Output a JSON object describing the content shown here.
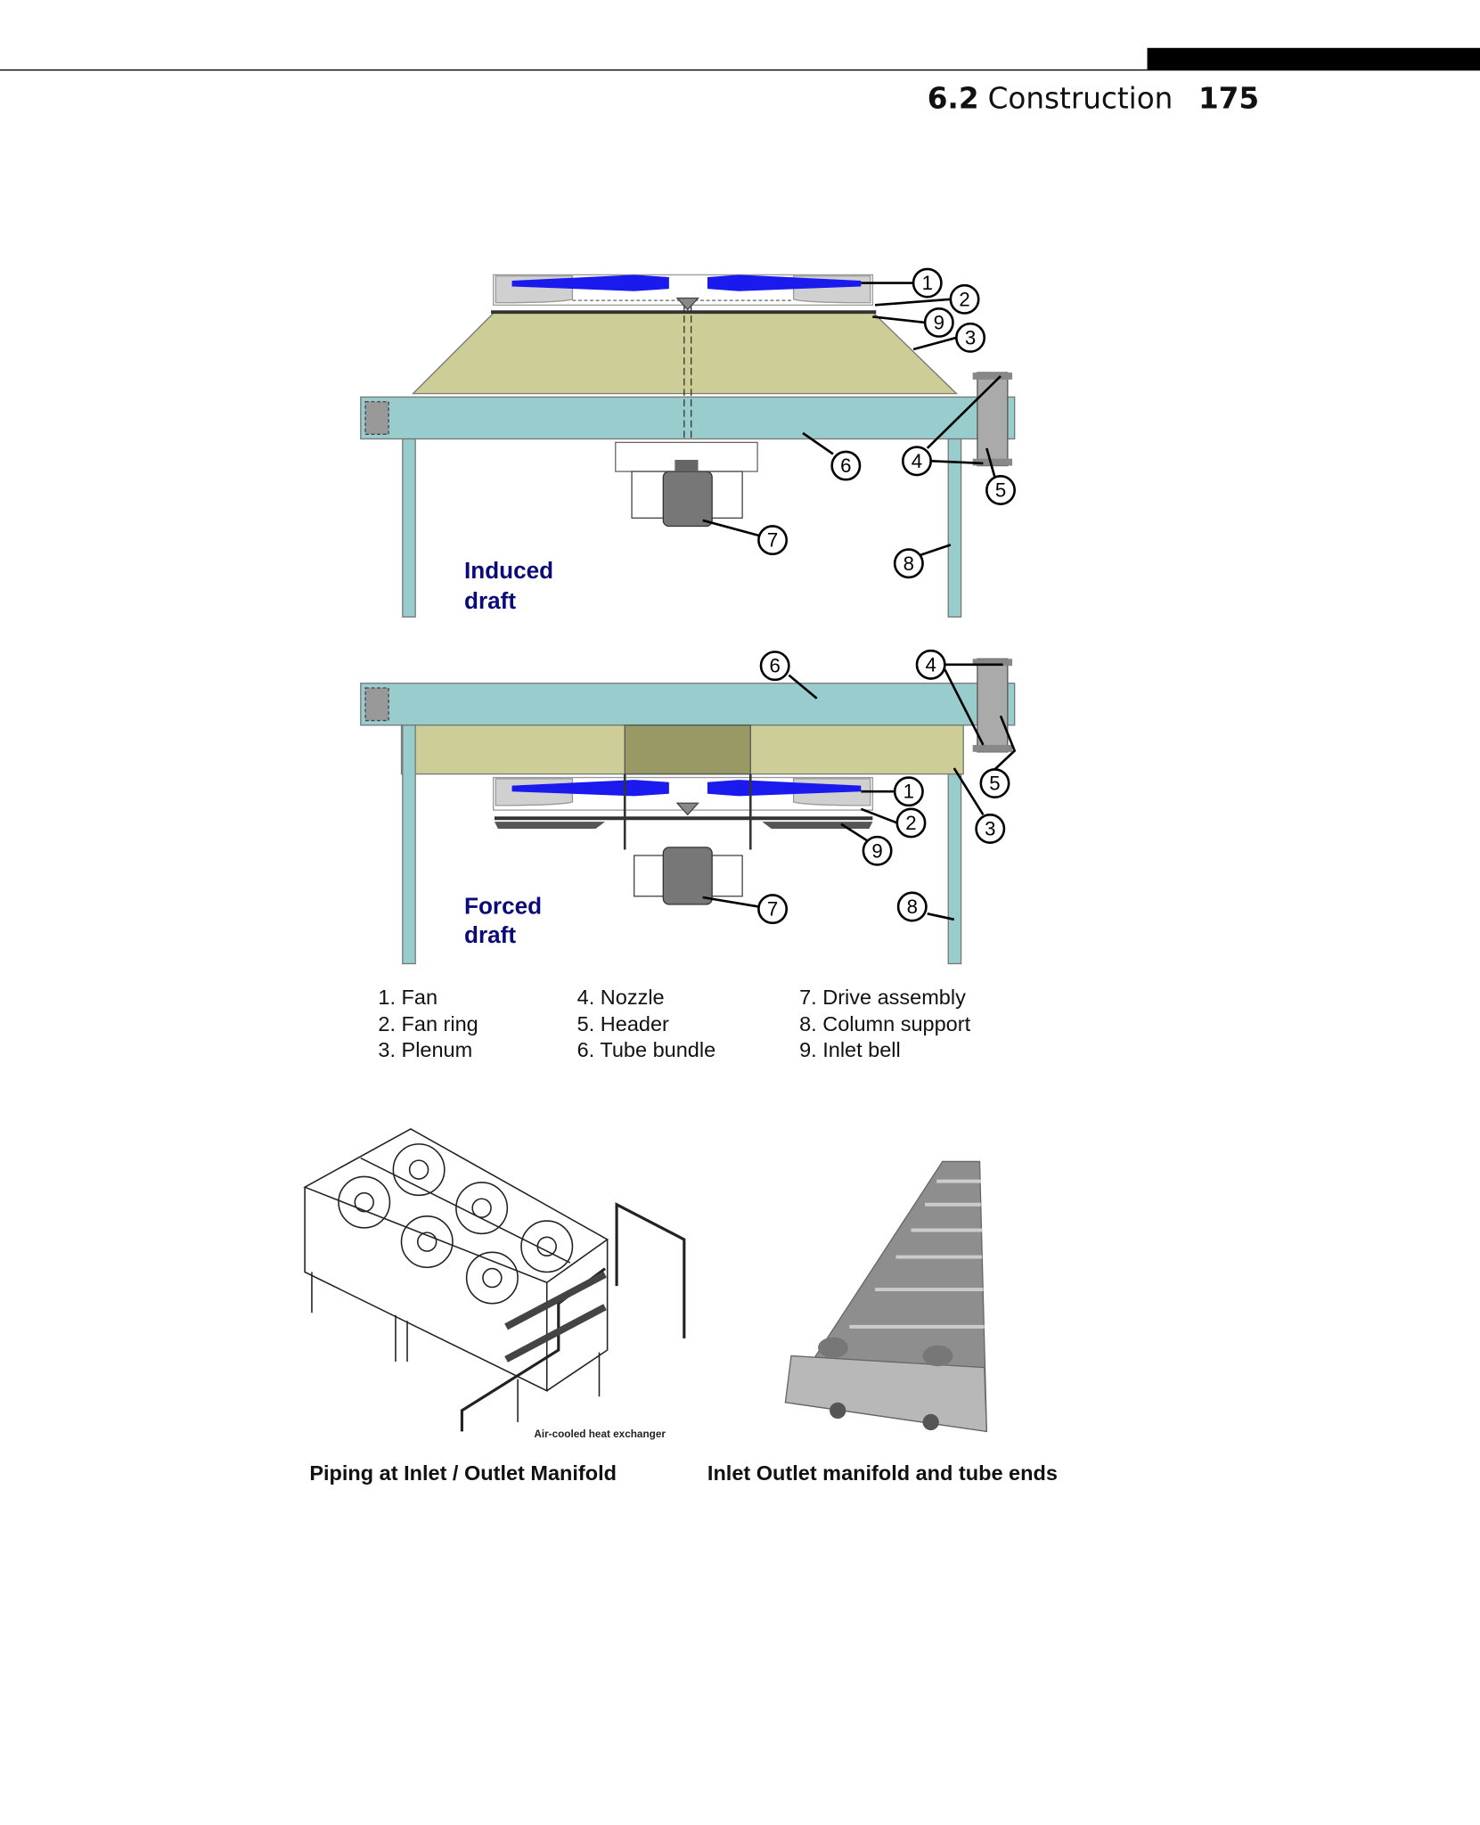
{
  "header": {
    "section_number": "6.2",
    "section_title": "Construction",
    "page_number": "175"
  },
  "colors": {
    "tube_bundle": "#99cccc",
    "plenum": "#cdcd98",
    "fan_blade": "#1a1aee",
    "draft_label": "#0a0a78"
  },
  "induced": {
    "label_line1": "Induced",
    "label_line2": "draft",
    "callouts": [
      "1",
      "2",
      "9",
      "3",
      "6",
      "4",
      "5",
      "7",
      "8"
    ]
  },
  "forced": {
    "label_line1": "Forced",
    "label_line2": "draft",
    "callouts": [
      "6",
      "4",
      "5",
      "1",
      "2",
      "3",
      "9",
      "7",
      "8"
    ]
  },
  "legend": [
    "1. Fan",
    "2. Fan ring",
    "3. Plenum",
    "4. Nozzle",
    "5. Header",
    "6. Tube bundle",
    "7. Drive assembly",
    "8. Column support",
    "9. Inlet bell"
  ],
  "figures": {
    "left_inner_label": "Air-cooled heat exchanger",
    "left_caption": "Piping at Inlet / Outlet Manifold",
    "right_caption": "Inlet Outlet manifold and tube ends"
  }
}
